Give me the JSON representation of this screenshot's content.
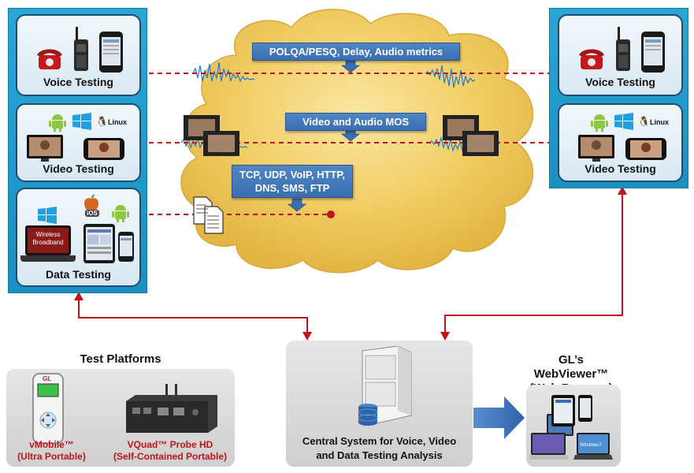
{
  "cloud": {
    "metrics": [
      {
        "lines": [
          "POLQA/PESQ, Delay, Audio metrics"
        ]
      },
      {
        "lines": [
          "Video and Audio MOS"
        ]
      },
      {
        "lines": [
          "TCP, UDP, VoIP, HTTP,",
          "DNS, SMS, FTP"
        ]
      }
    ]
  },
  "left_panel": {
    "voice_label": "Voice Testing",
    "video_label": "Video Testing",
    "data_label": "Data Testing",
    "linux_label": "Linux",
    "ios_label": "iOS",
    "laptop_text": [
      "Wireless",
      "Broadband"
    ]
  },
  "right_panel": {
    "voice_label": "Voice Testing",
    "video_label": "Video Testing",
    "linux_label": "Linux"
  },
  "test_platforms": {
    "heading": "Test Platforms",
    "vmobile": [
      "vMobile™",
      "(Ultra Portable)"
    ],
    "vquad": [
      "VQuad™ Probe HD",
      "(Self-Contained Portable)"
    ],
    "vmobile_logo": "GL"
  },
  "central": {
    "lines": [
      "Central System for Voice, Video",
      "and Data Testing Analysis"
    ]
  },
  "webviewer": {
    "lines": [
      "GL’s WebViewer™",
      "(Web Browser)"
    ],
    "windows_label": "Windows7"
  },
  "colors": {
    "panel_blue": "#1f9bcf",
    "connector_red": "#c0141b",
    "metric_box_blue": "#4a80c2",
    "cloud_gold": "#f3cf6a",
    "arrow_blue": "#3a6fb0"
  }
}
